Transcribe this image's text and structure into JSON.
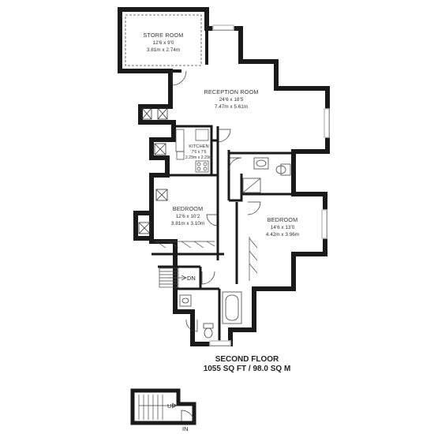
{
  "colors": {
    "wall": "#1a1a1a",
    "floor": "#ffffff",
    "window": "#bfc4c8",
    "line": "#333333"
  },
  "rooms": {
    "store_room": {
      "name": "STORE ROOM",
      "imperial": "12'6 x 9'0",
      "metric": "3.81m x 2.74m"
    },
    "reception_room": {
      "name": "RECEPTION ROOM",
      "imperial": "24'6 x 18'5",
      "metric": "7.47m x 5.61m"
    },
    "kitchen": {
      "name": "KITCHEN",
      "imperial": "7'6 x 7'6",
      "metric": "2.29m x 2.29m"
    },
    "bedroom_1": {
      "name": "BEDROOM",
      "imperial": "12'6 x 10'2",
      "metric": "3.81m x 3.10m"
    },
    "bedroom_2": {
      "name": "BEDROOM",
      "imperial": "14'6 x 13'0",
      "metric": "4.42m x 3.96m"
    }
  },
  "stairs": {
    "down": "DN",
    "up": "UP",
    "entrance": "IN"
  },
  "caption": {
    "floor": "SECOND FLOOR",
    "area": "1055 SQ FT / 98.0 SQ M"
  },
  "icons": [
    "door-swing-icon",
    "toilet-icon",
    "bath-icon",
    "basin-icon",
    "sink-icon",
    "hob-icon",
    "cupboard-icon",
    "stairs-icon",
    "window-icon"
  ]
}
